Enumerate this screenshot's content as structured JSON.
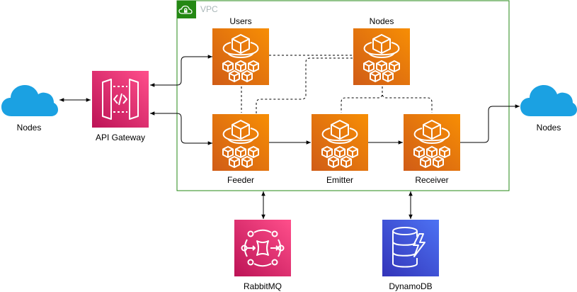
{
  "vpc": {
    "label": "VPC",
    "color": "#248814"
  },
  "nodes": {
    "users": {
      "label": "Users",
      "type": "fargate-icon"
    },
    "nodes_svc": {
      "label": "Nodes",
      "type": "fargate-icon"
    },
    "feeder": {
      "label": "Feeder",
      "type": "fargate-icon"
    },
    "emitter": {
      "label": "Emitter",
      "type": "fargate-icon"
    },
    "receiver": {
      "label": "Receiver",
      "type": "fargate-icon"
    },
    "api_gateway": {
      "label": "API Gateway",
      "type": "api-gateway-icon"
    },
    "rabbitmq": {
      "label": "RabbitMQ",
      "type": "message-broker-icon"
    },
    "dynamodb": {
      "label": "DynamoDB",
      "type": "dynamodb-icon"
    },
    "cloud_left": {
      "label": "Nodes",
      "type": "cloud-icon"
    },
    "cloud_right": {
      "label": "Nodes",
      "type": "cloud-icon"
    }
  },
  "colors": {
    "compute_top": "#f78e04",
    "compute_bottom": "#d05c17",
    "app_integration_top": "#ff4f8b",
    "app_integration_bottom": "#bc1356",
    "database_top": "#4d72f3",
    "database_bottom": "#3334b9",
    "cloud": "#1ba1e2"
  }
}
